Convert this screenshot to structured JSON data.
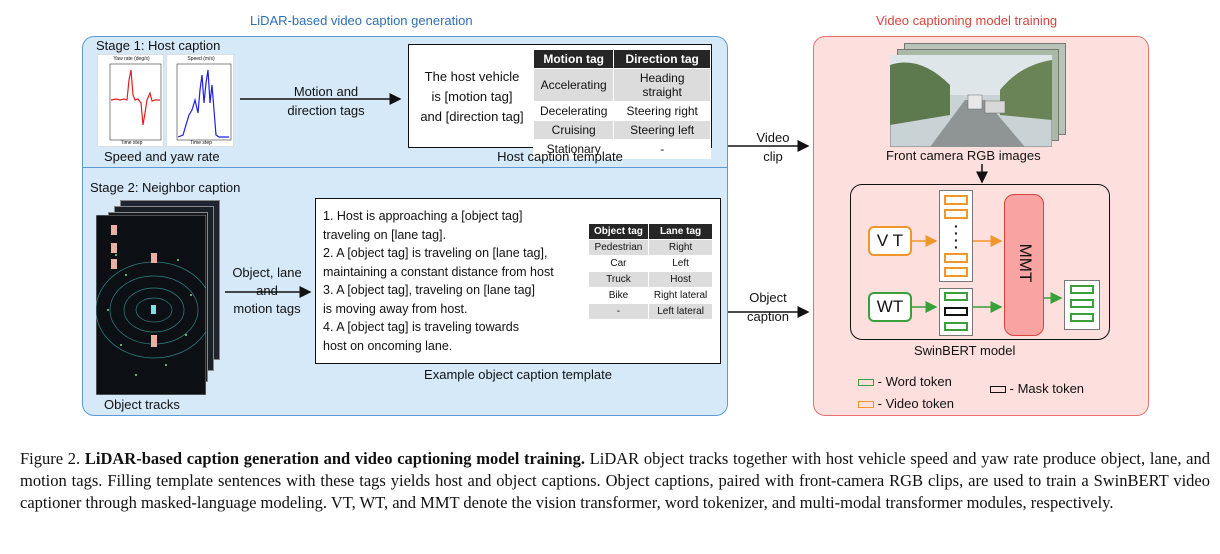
{
  "titles": {
    "left_section": "LiDAR-based video caption generation",
    "right_section": "Video captioning model training"
  },
  "stage1": {
    "title": "Stage 1: Host caption",
    "plot_yaw_title": "Yaw rate (deg/s)",
    "plot_speed_title": "Speed (m/s)",
    "plot_xlabel": "Time step",
    "plot_caption": "Speed and yaw rate",
    "arrow_label_line1": "Motion and",
    "arrow_label_line2": "direction tags",
    "template_line1": "The host vehicle",
    "template_line2": "is [motion tag]",
    "template_line3": "and [direction tag]",
    "template_caption": "Host caption template",
    "table": {
      "headers": [
        "Motion tag",
        "Direction tag"
      ],
      "rows": [
        [
          "Accelerating",
          "Heading straight"
        ],
        [
          "Decelerating",
          "Steering right"
        ],
        [
          "Cruising",
          "Steering left"
        ],
        [
          "Stationary",
          "-"
        ]
      ]
    }
  },
  "stage2": {
    "title": "Stage 2: Neighbor caption",
    "tracks_caption": "Object tracks",
    "arrow_label_line1": "Object, lane",
    "arrow_label_line2": "and",
    "arrow_label_line3": "motion tags",
    "template_lines": [
      "1. Host is approaching a [object tag]",
      "traveling on [lane tag].",
      "2. A [object tag] is traveling on [lane tag],",
      "maintaining a constant distance from host",
      "3. A [object tag], traveling on [lane tag]",
      "is moving away from host.",
      "4. A [object tag] is traveling towards",
      "host on oncoming lane."
    ],
    "template_caption": "Example object caption template",
    "table": {
      "headers": [
        "Object tag",
        "Lane tag"
      ],
      "rows": [
        [
          "Pedestrian",
          "Right"
        ],
        [
          "Car",
          "Left"
        ],
        [
          "Truck",
          "Host"
        ],
        [
          "Bike",
          "Right lateral"
        ],
        [
          "-",
          "Left lateral"
        ]
      ]
    }
  },
  "links": {
    "video_clip_line1": "Video",
    "video_clip_line2": "clip",
    "object_caption_line1": "Object",
    "object_caption_line2": "caption"
  },
  "model": {
    "camera_caption": "Front camera RGB images",
    "vt_label": "V T",
    "wt_label": "WT",
    "mmt_label": "MMT",
    "model_caption": "SwinBERT model",
    "legend": {
      "word": "- Word token",
      "video": "- Video token",
      "mask": "- Mask token"
    }
  },
  "colors": {
    "blue_panel": "#d6e9f9",
    "red_panel": "#fde0de",
    "video_token": "#f0962a",
    "word_token": "#3aa03a",
    "mmt_fill": "#f9a3a3"
  },
  "figure_caption": {
    "label": "Figure 2.",
    "bold": "LiDAR-based caption generation and video captioning model training.",
    "text": "LiDAR object tracks together with host vehicle speed and yaw rate produce object, lane, and motion tags. Filling template sentences with these tags yields host and object captions. Object captions, paired with front-camera RGB clips, are used to train a SwinBERT video captioner through masked-language modeling. VT, WT, and MMT denote the vision transformer, word tokenizer, and multi-modal transformer modules, respectively."
  }
}
